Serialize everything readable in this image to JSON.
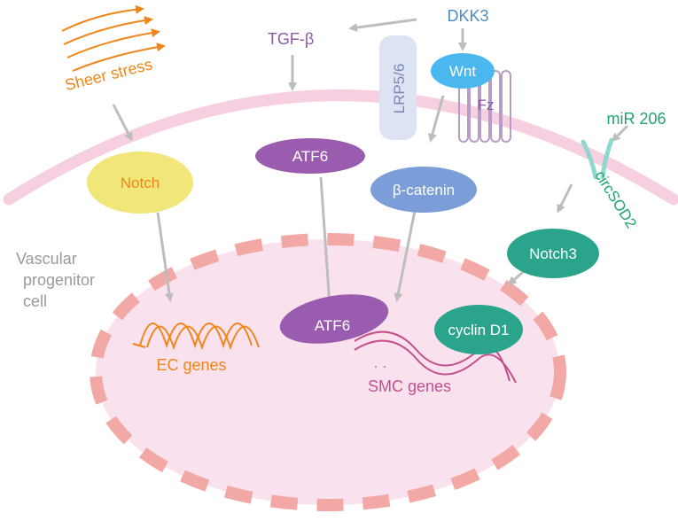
{
  "labels": {
    "sheer_stress": "Sheer stress",
    "tgf_beta": "TGF-β",
    "dkk3": "DKK3",
    "wnt": "Wnt",
    "lrp": "LRP5/6",
    "fz": "Fz",
    "mir206": "miR 206",
    "circsod2": "circSOD2",
    "notch": "Notch",
    "atf6_cyto": "ATF6",
    "beta_catenin": "β-catenin",
    "notch3": "Notch3",
    "vascular_cell": [
      "Vascular",
      "progenitor",
      "cell"
    ],
    "atf6_nuc": "ATF6",
    "cyclin_d1": "cyclin D1",
    "ec_genes": "EC genes",
    "smc_genes": "SMC genes"
  },
  "colors": {
    "orange": "#f0861a",
    "purple": "#8c5aa8",
    "blue": "#4a8cc8",
    "green": "#1ea56a",
    "teal": "#2aa58c",
    "membrane": "#f6cfe0",
    "nucleus_fill": "#f9e2ee",
    "nucleus_dash": "#f2a8a4",
    "arrow": "#bdbdbd",
    "gray_text": "#9a9a9a",
    "smc": "#c4508c"
  }
}
